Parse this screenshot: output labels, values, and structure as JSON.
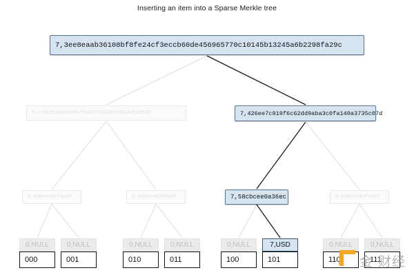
{
  "title": "Inserting an item into a Sparse Merkle tree",
  "tree": {
    "root": {
      "label": "7,3ee8eaab36108bf8fe24cf3eccb60de456965770c10145b13245a6b2298fa29c",
      "state": "active"
    },
    "level2": [
      {
        "label": "0,ca3c8c93ee909e75b5574061bb0d51935dd936",
        "state": "faded"
      },
      {
        "label": "7,426ee7c919f6c62dd9aba3c0fa140a3735c07d",
        "state": "active"
      }
    ],
    "level3": [
      {
        "label": "0,05bcee82f0a6f",
        "state": "faded"
      },
      {
        "label": "0,05bcee82f0a6f",
        "state": "faded"
      },
      {
        "label": "7,58cbcee0a36ec",
        "state": "active"
      },
      {
        "label": "0,05bcee82f0a6f",
        "state": "faded"
      }
    ],
    "leaves": [
      {
        "value": "0,NULL",
        "key": "000",
        "state": "null"
      },
      {
        "value": "0,NULL",
        "key": "001",
        "state": "null"
      },
      {
        "value": "0,NULL",
        "key": "010",
        "state": "null"
      },
      {
        "value": "0,NULL",
        "key": "011",
        "state": "null"
      },
      {
        "value": "0,NULL",
        "key": "100",
        "state": "null"
      },
      {
        "value": "7,USD",
        "key": "101",
        "state": "active"
      },
      {
        "value": "0,NULL",
        "key": "110",
        "state": "null"
      },
      {
        "value": "0,NULL",
        "key": "111",
        "state": "null"
      }
    ]
  },
  "watermark": {
    "text": "金 财经",
    "mark_color": "#f5a623"
  },
  "colors": {
    "active_fill": "#d6e4f2",
    "active_border": "#5b728c",
    "faded_text": "#e0e0e0",
    "null_fill": "#ebebeb",
    "edge_active": "#1a1a1a",
    "edge_faded": "#e2e2e2"
  }
}
